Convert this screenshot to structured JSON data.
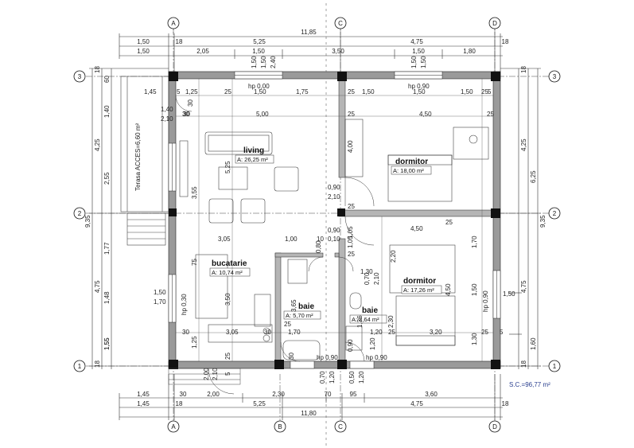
{
  "axes": {
    "top": [
      "A",
      "C",
      "D"
    ],
    "bottom": [
      "A",
      "B",
      "C",
      "D"
    ],
    "left": [
      "3",
      "2",
      "1"
    ],
    "right": [
      "3",
      "2",
      "1"
    ]
  },
  "rooms": {
    "living": {
      "name": "living",
      "area": "A: 26,25 m²"
    },
    "dormitor1": {
      "name": "dormitor",
      "area": "A: 18,00 m²"
    },
    "bucatarie": {
      "name": "bucatarie",
      "area": "A: 10,74 m²"
    },
    "dormitor2": {
      "name": "dormitor",
      "area": "A: 17,26 m²"
    },
    "baie1": {
      "name": "baie",
      "area": "A: 5,70 m²"
    },
    "baie2": {
      "name": "baie",
      "area": "A: 2,64 m²"
    }
  },
  "terasa": "Terasa ACCES=6,60 m²",
  "sc": "S.C.=96,77 m²",
  "top_dims": {
    "total": "11,85",
    "row1": [
      "1,50",
      "18",
      "5,25",
      "4,75",
      "18"
    ],
    "row2": [
      "1,50",
      "2,05",
      "1,50",
      "3,50",
      "1,50",
      "1,80"
    ],
    "vert": [
      "1,50",
      "1,50",
      "2,40",
      "1,50",
      "1,50"
    ]
  },
  "bottom_dims": {
    "row1": [
      "1,45",
      "30",
      "2,00",
      "2,30",
      "70",
      "95",
      "3,60"
    ],
    "row2": [
      "1,45",
      "18",
      "5,25",
      "4,75",
      "18"
    ],
    "total": "11,80"
  },
  "left_outer": [
    "18",
    "60",
    "4,25",
    "9,35",
    "4,75",
    "18"
  ],
  "left_mid": [
    "1,40",
    "2,55",
    "1,77",
    "1,48",
    "1,55"
  ],
  "right_outer": [
    "18",
    "4,25",
    "9,35",
    "4,75",
    "18"
  ],
  "right_mid": [
    "6,25",
    "1,60"
  ],
  "interior_dims": [
    "1,45",
    "1,25",
    "5",
    "25",
    "1,50",
    "1,75",
    "25",
    "1,50",
    "1,50",
    "1,50",
    "25",
    "5",
    "1,40",
    "2,10",
    "30",
    "5,00",
    "25",
    "4,50",
    "25",
    "30",
    "hp 0,00",
    "hp 0,90",
    "4,00",
    "5,25",
    "3,55",
    "0,90",
    "2,10",
    "25",
    "0,90",
    "4,50",
    "25",
    "3,05",
    "1,00",
    "10",
    "0,80",
    "0,10",
    "1,05",
    "75",
    "25",
    "2,20",
    "1,70",
    "1,30",
    "0,70",
    "2,10",
    "4,50",
    "1,50",
    "1,50",
    "hp 0,90",
    "1,50",
    "1,70",
    "hp 0,30",
    "3,50",
    "3,65",
    "25",
    "2,30",
    "30",
    "3,05",
    "1,70",
    "30",
    "1,20",
    "25",
    "3,20",
    "25",
    "5",
    "1,25",
    "1,55",
    "0,90",
    "hp 0,90",
    "hp 0,90",
    "1,20",
    "30",
    "1,30",
    "2,00",
    "2,10",
    "25",
    "5",
    "0,70",
    "1,20",
    "0,50",
    "1,20",
    "30",
    "1,05",
    "1,36"
  ]
}
